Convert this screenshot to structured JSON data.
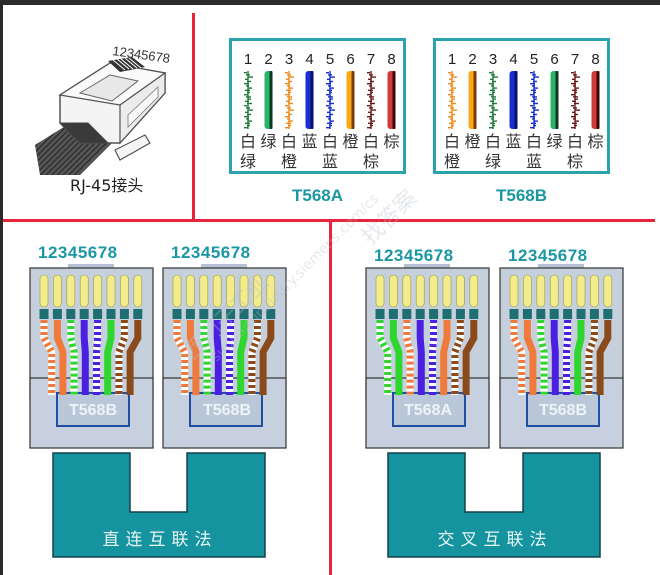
{
  "plug": {
    "pin_numbers": "12345678",
    "label": "RJ-45接头"
  },
  "standards": [
    {
      "id": "T568A",
      "title": "T568A",
      "pins": [
        "1",
        "2",
        "3",
        "4",
        "5",
        "6",
        "7",
        "8"
      ],
      "row1": [
        "白",
        "绿",
        "白",
        "蓝",
        "白",
        "橙",
        "白",
        "棕"
      ],
      "row2": [
        "绿",
        "",
        "橙",
        "",
        "蓝",
        "",
        "棕",
        ""
      ],
      "wires": [
        {
          "base": "#ffffff",
          "stripe": "#1e7a3a",
          "striped": true
        },
        {
          "base": "#2fb36a",
          "stripe": "#0a3a20",
          "striped": false
        },
        {
          "base": "#ffffff",
          "stripe": "#f08a1c",
          "striped": true
        },
        {
          "base": "#1a2ecf",
          "stripe": "#061070",
          "striped": false
        },
        {
          "base": "#ffffff",
          "stripe": "#1a2ecf",
          "striped": true
        },
        {
          "base": "#f8a91a",
          "stripe": "#7a3a05",
          "striped": false
        },
        {
          "base": "#ffffff",
          "stripe": "#6a1a1a",
          "striped": true
        },
        {
          "base": "#d23a3a",
          "stripe": "#3a0a0a",
          "striped": false
        }
      ]
    },
    {
      "id": "T568B",
      "title": "T568B",
      "pins": [
        "1",
        "2",
        "3",
        "4",
        "5",
        "6",
        "7",
        "8"
      ],
      "row1": [
        "白",
        "橙",
        "白",
        "蓝",
        "白",
        "绿",
        "白",
        "棕"
      ],
      "row2": [
        "橙",
        "",
        "绿",
        "",
        "蓝",
        "",
        "棕",
        ""
      ],
      "wires": [
        {
          "base": "#ffffff",
          "stripe": "#f08a1c",
          "striped": true
        },
        {
          "base": "#f8a91a",
          "stripe": "#7a3a05",
          "striped": false
        },
        {
          "base": "#ffffff",
          "stripe": "#1e7a3a",
          "striped": true
        },
        {
          "base": "#1a2ecf",
          "stripe": "#061070",
          "striped": false
        },
        {
          "base": "#ffffff",
          "stripe": "#1a2ecf",
          "striped": true
        },
        {
          "base": "#2fb36a",
          "stripe": "#0a3a20",
          "striped": false
        },
        {
          "base": "#ffffff",
          "stripe": "#6a1a1a",
          "striped": true
        },
        {
          "base": "#d23a3a",
          "stripe": "#3a0a0a",
          "striped": false
        }
      ]
    }
  ],
  "cables": [
    {
      "id": "straight",
      "label": "直连互联法",
      "connectors": [
        {
          "pin_numbers": "12345678",
          "standard": "T568B"
        },
        {
          "pin_numbers": "12345678",
          "standard": "T568B"
        }
      ]
    },
    {
      "id": "crossover",
      "label": "交叉互联法",
      "connectors": [
        {
          "pin_numbers": "12345678",
          "standard": "T568A"
        },
        {
          "pin_numbers": "12345678",
          "standard": "T568B"
        }
      ]
    }
  ],
  "connector_wiring": {
    "T568B": [
      {
        "color": "#f07a3c",
        "striped": true
      },
      {
        "color": "#f07a3c",
        "striped": false
      },
      {
        "color": "#2ed62e",
        "striped": true
      },
      {
        "color": "#4a1fe0",
        "striped": false
      },
      {
        "color": "#4a1fe0",
        "striped": true
      },
      {
        "color": "#2ed62e",
        "striped": false
      },
      {
        "color": "#8a4a1a",
        "striped": true
      },
      {
        "color": "#8a4a1a",
        "striped": false
      }
    ],
    "T568A": [
      {
        "color": "#2ed62e",
        "striped": true
      },
      {
        "color": "#2ed62e",
        "striped": false
      },
      {
        "color": "#f07a3c",
        "striped": true
      },
      {
        "color": "#4a1fe0",
        "striped": false
      },
      {
        "color": "#4a1fe0",
        "striped": true
      },
      {
        "color": "#f07a3c",
        "striped": false
      },
      {
        "color": "#8a4a1a",
        "striped": true
      },
      {
        "color": "#8a4a1a",
        "striped": false
      }
    ]
  },
  "watermark": {
    "text1": "西门子工业",
    "text2": "support.industry.siemens.com/cs",
    "text3": "找答案"
  },
  "colors": {
    "divider": "#e8243c",
    "teal": "#1b97a3",
    "cable_fill": "#15939f",
    "connector_fill": "#c5d0dc"
  }
}
